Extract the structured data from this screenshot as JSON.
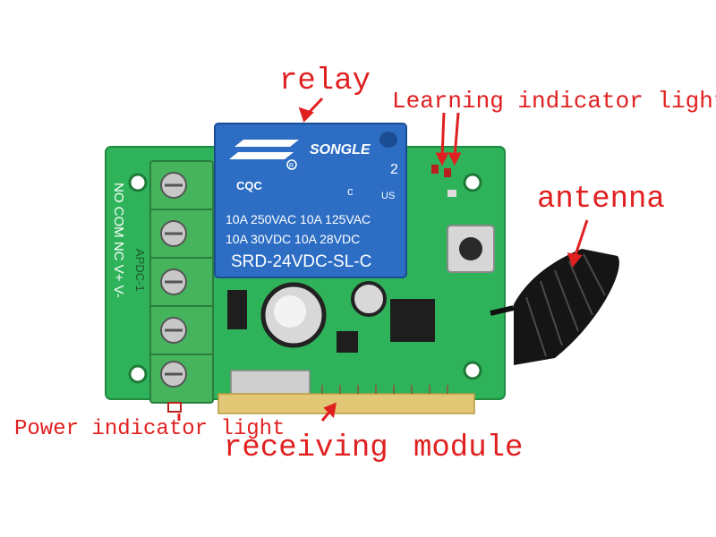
{
  "labels": {
    "relay": "relay",
    "learning": "Learning indicator light",
    "antenna": "antenna",
    "power": "Power indicator light",
    "receiving": "receiving",
    "module": "module"
  },
  "relay_markings": {
    "brand": "SONGLE",
    "cqc": "CQC",
    "ul": "c",
    "us": "US",
    "number": "2",
    "r": "R",
    "rating1": "10A 250VAC  10A 125VAC",
    "rating2": "10A  30VDC  10A  28VDC",
    "model": "SRD-24VDC-SL-C"
  },
  "board_text": {
    "terminals": "NO COM NC  V+  V-",
    "model": "APDC-1"
  },
  "colors": {
    "annotation": "#e02020",
    "pcb": "#2fb35a",
    "relay": "#2d6ec4",
    "terminal": "#46b45c"
  }
}
